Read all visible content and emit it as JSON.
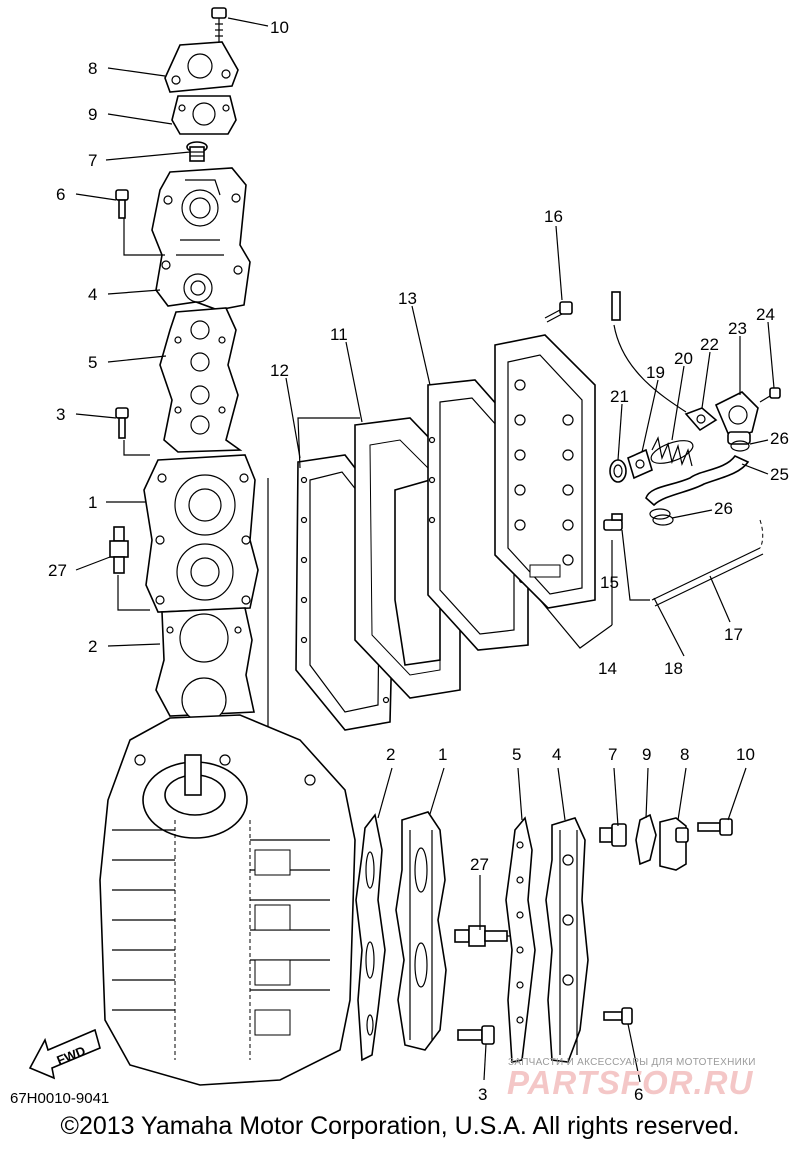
{
  "diagram": {
    "callouts": {
      "c10a": "10",
      "c8a": "8",
      "c9a": "9",
      "c7a": "7",
      "c6a": "6",
      "c4a": "4",
      "c5a": "5",
      "c3a": "3",
      "c1a": "1",
      "c27a": "27",
      "c2a": "2",
      "c16": "16",
      "c13": "13",
      "c11": "11",
      "c12": "12",
      "c24": "24",
      "c23": "23",
      "c22": "22",
      "c20": "20",
      "c19": "19",
      "c21": "21",
      "c26a": "26",
      "c25": "25",
      "c26b": "26",
      "c15": "15",
      "c14": "14",
      "c18": "18",
      "c17": "17",
      "c2b": "2",
      "c1b": "1",
      "c5b": "5",
      "c4b": "4",
      "c7b": "7",
      "c9b": "9",
      "c8b": "8",
      "c10b": "10",
      "c27b": "27",
      "c3b": "3",
      "c6b": "6"
    },
    "direction_label": "FWD",
    "diagram_code": "67H0010-9041",
    "copyright": "©2013 Yamaha Motor Corporation, U.S.A. All rights reserved."
  },
  "watermark": {
    "tagline": "ЗАПЧАСТИ И АКСЕССУАРЫ ДЛЯ МОТОТЕХНИКИ",
    "logo_text": "PARTSFOR.RU"
  }
}
